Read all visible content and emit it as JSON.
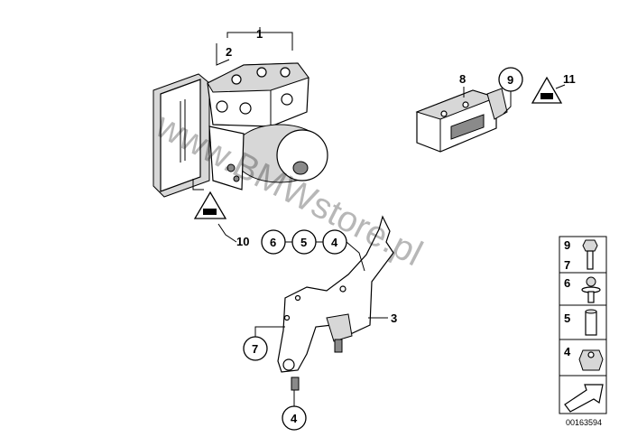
{
  "diagram_id": "00163594",
  "watermark": "www.BMWstore.pl",
  "callouts": {
    "c1": "1",
    "c2": "2",
    "c3": "3",
    "c4a": "4",
    "c4b": "4",
    "c5": "5",
    "c6": "6",
    "c7": "7",
    "c8": "8",
    "c9": "9",
    "c10": "10",
    "c11": "11"
  },
  "legend": {
    "r1a": "9",
    "r1b": "7",
    "r2": "6",
    "r3": "5",
    "r4": "4"
  }
}
